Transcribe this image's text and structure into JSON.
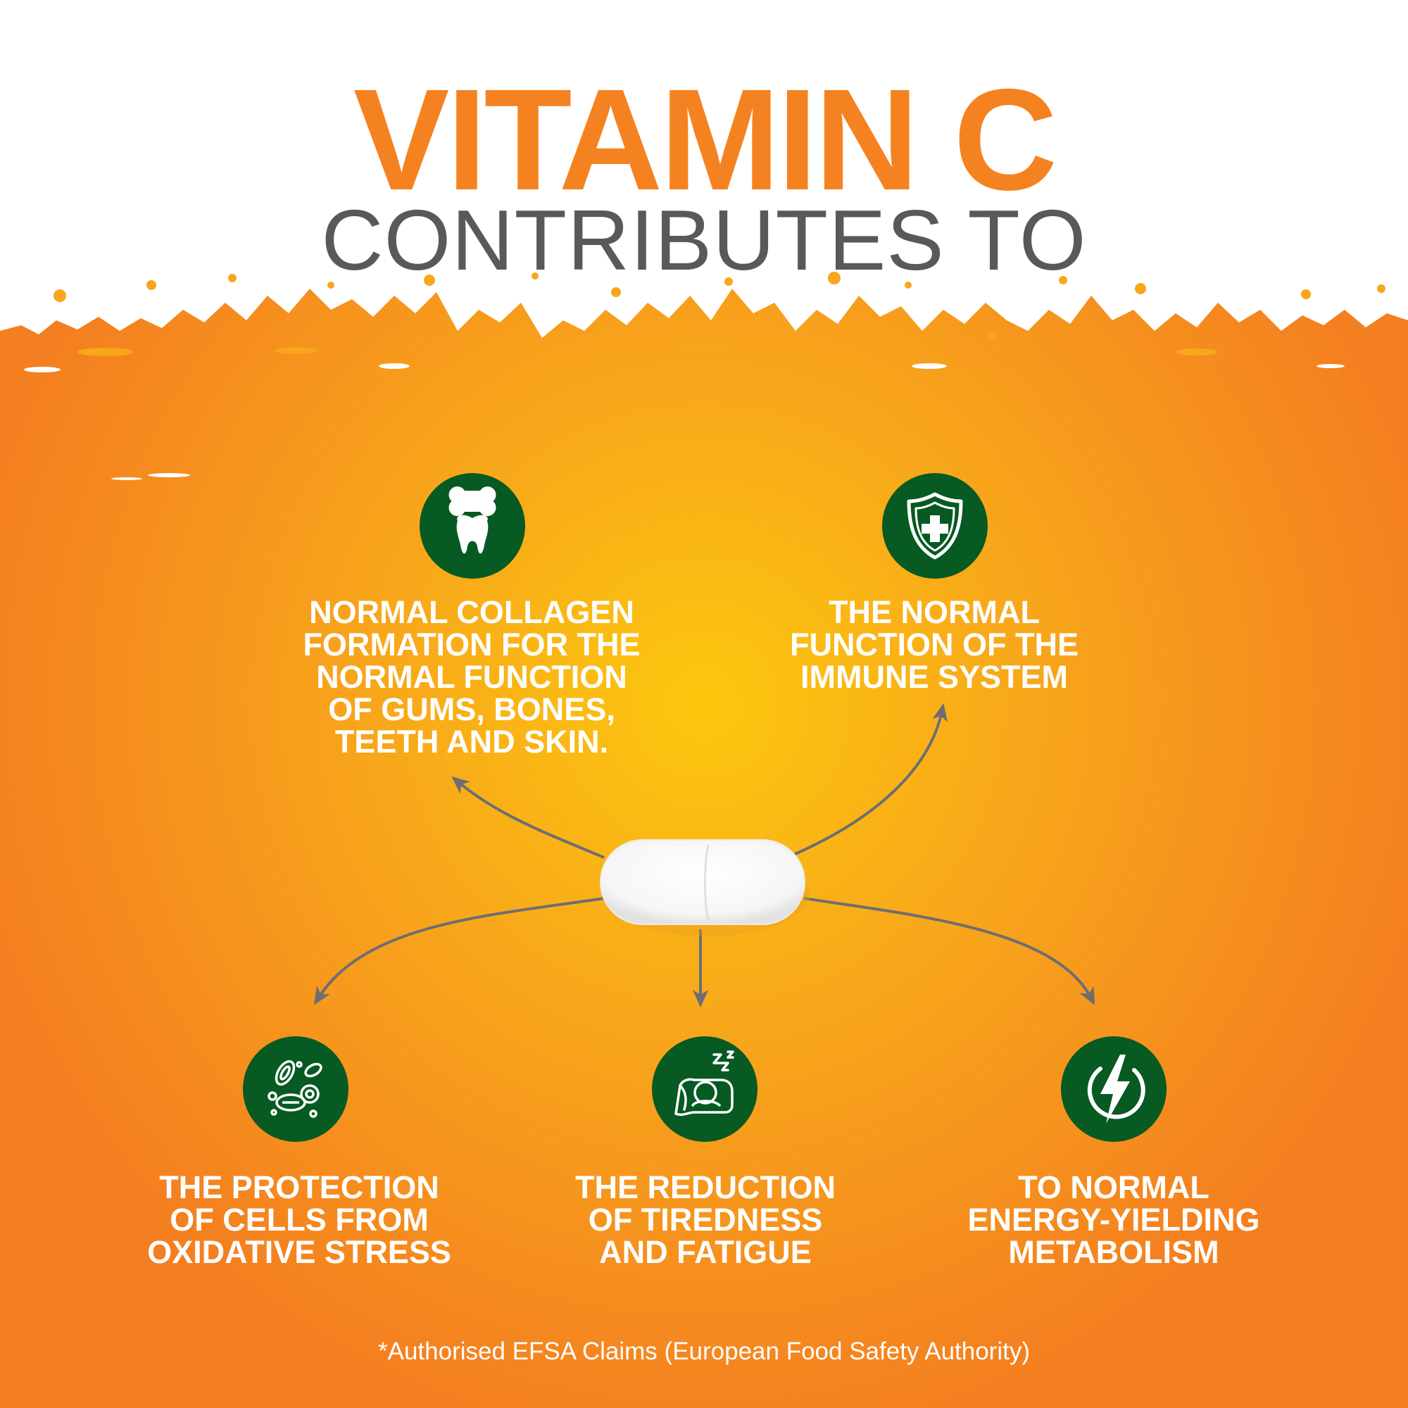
{
  "header": {
    "title": "VITAMIN C",
    "subtitle": "CONTRIBUTES TO"
  },
  "benefits": [
    {
      "icon": "bone-tooth-icon",
      "lines": [
        "NORMAL COLLAGEN",
        "FORMATION FOR THE",
        "NORMAL FUNCTION",
        "OF GUMS, BONES,",
        "TEETH AND SKIN."
      ]
    },
    {
      "icon": "shield-cross-icon",
      "lines": [
        "THE NORMAL",
        "FUNCTION OF THE",
        "IMMUNE SYSTEM"
      ]
    },
    {
      "icon": "cells-icon",
      "lines": [
        "THE PROTECTION",
        "OF CELLS FROM",
        "OXIDATIVE STRESS"
      ]
    },
    {
      "icon": "sleep-icon",
      "lines": [
        "THE REDUCTION",
        "OF TIREDNESS",
        "AND FATIGUE"
      ]
    },
    {
      "icon": "energy-bolt-icon",
      "lines": [
        "TO NORMAL",
        "ENERGY-YIELDING",
        "METABOLISM"
      ]
    }
  ],
  "footnote": "*Authorised EFSA Claims (European Food Safety Authority)",
  "colors": {
    "title": "#F58220",
    "subtitle": "#58595B",
    "icon_circle": "#065A22",
    "label_text": "#FFFFFF",
    "bg_center": "#FCC70E",
    "bg_edge": "#F47F20",
    "arrow": "#6D6E71"
  }
}
